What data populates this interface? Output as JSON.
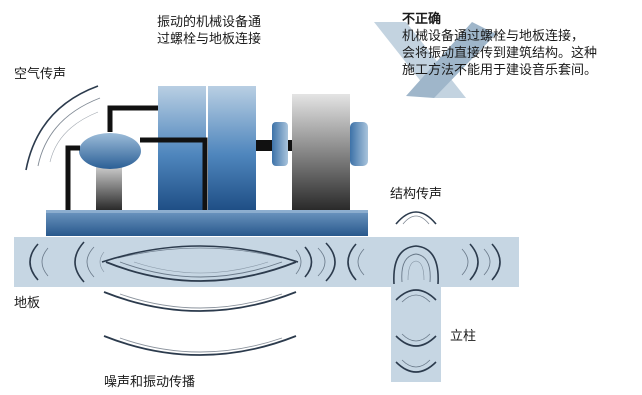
{
  "labels": {
    "machine_line1": "振动的机械设备通",
    "machine_line2": "过螺栓与地板连接",
    "airborne": "空气传声",
    "structure_borne": "结构传声",
    "floor": "地板",
    "column": "立柱",
    "noise_vibration": "噪声和振动传播"
  },
  "callout": {
    "title": "不正确",
    "lines": [
      "机械设备通过螺栓与地板连接，",
      "会将振动直接传到建筑结构。这种",
      "施工方法不能用于建设音乐套间。"
    ]
  },
  "icons": {
    "cross_mark": "cross-mark-icon"
  },
  "colors": {
    "slab": "#c6d6e3",
    "machine_blue": "#2f6aa6",
    "base_plate": "#3a6fa3",
    "wave": "#2c3b4d",
    "cross": "#9eb5c8"
  }
}
